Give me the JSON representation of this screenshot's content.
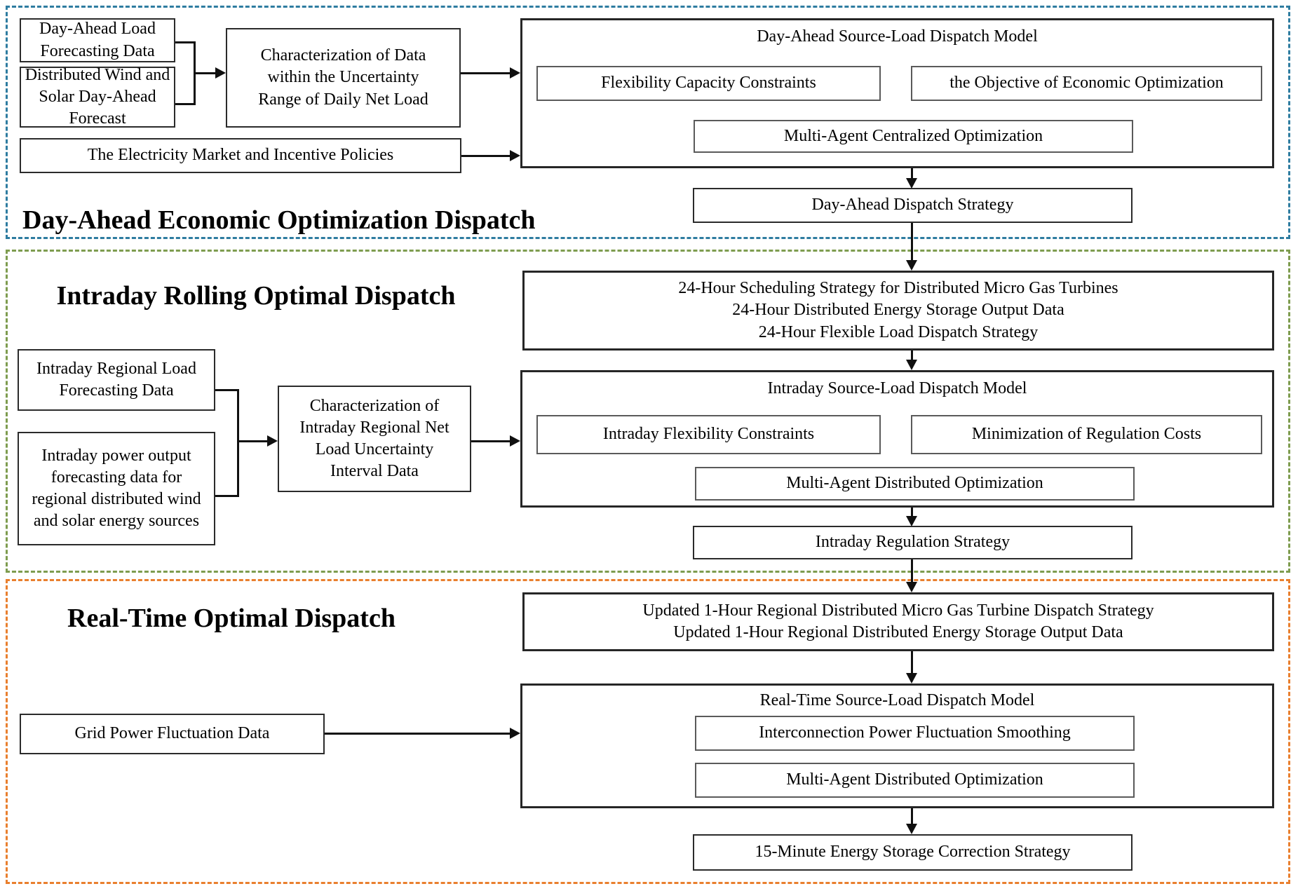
{
  "figure": {
    "type": "flowchart",
    "description": "Three-stage source-load dispatch optimization framework"
  },
  "palette": {
    "day_ahead_border": "#2e7ca0",
    "intraday_border": "#7e9c4f",
    "realtime_border": "#e97f2e",
    "box_border": "#2b2b2b",
    "arrow": "#101010",
    "background": "#ffffff"
  },
  "day_ahead": {
    "title": "Day-Ahead Economic Optimization Dispatch",
    "load_forecast_lines": [
      "Day-Ahead Load",
      "Forecasting Data"
    ],
    "wind_solar_lines": [
      "Distributed Wind and",
      "Solar Day-Ahead",
      "Forecast"
    ],
    "market": "The Electricity Market and Incentive Policies",
    "characterization_lines": [
      "Characterization of Data",
      "within the Uncertainty",
      "Range of Daily Net Load"
    ],
    "model_title": "Day-Ahead Source-Load Dispatch Model",
    "flexibility": "Flexibility Capacity Constraints",
    "objective": "the Objective of Economic Optimization",
    "multi_agent": "Multi-Agent Centralized Optimization",
    "strategy": "Day-Ahead Dispatch Strategy"
  },
  "intraday": {
    "title": "Intraday Rolling Optimal Dispatch",
    "handoff_lines": [
      "24-Hour Scheduling Strategy for Distributed Micro Gas Turbines",
      "24-Hour Distributed Energy Storage Output Data",
      "24-Hour Flexible Load Dispatch Strategy"
    ],
    "load_forecast_lines": [
      "Intraday Regional Load",
      "Forecasting Data"
    ],
    "wind_solar_lines": [
      "Intraday power output",
      "forecasting data for",
      "regional distributed wind",
      "and solar energy sources"
    ],
    "characterization_lines": [
      "Characterization of",
      "Intraday Regional Net",
      "Load Uncertainty",
      "Interval Data"
    ],
    "model_title": "Intraday Source-Load Dispatch Model",
    "flexibility": "Intraday Flexibility Constraints",
    "objective": "Minimization of Regulation Costs",
    "multi_agent": "Multi-Agent Distributed Optimization",
    "strategy": "Intraday Regulation Strategy"
  },
  "realtime": {
    "title": "Real-Time Optimal Dispatch",
    "handoff_lines": [
      "Updated 1-Hour Regional Distributed Micro Gas Turbine Dispatch Strategy",
      "Updated 1-Hour Regional Distributed Energy Storage Output Data"
    ],
    "grid_fluctuation": "Grid Power Fluctuation Data",
    "model_title": "Real-Time Source-Load Dispatch Model",
    "smoothing": "Interconnection Power Fluctuation Smoothing",
    "multi_agent": "Multi-Agent Distributed Optimization",
    "strategy": "15-Minute Energy Storage Correction Strategy"
  }
}
